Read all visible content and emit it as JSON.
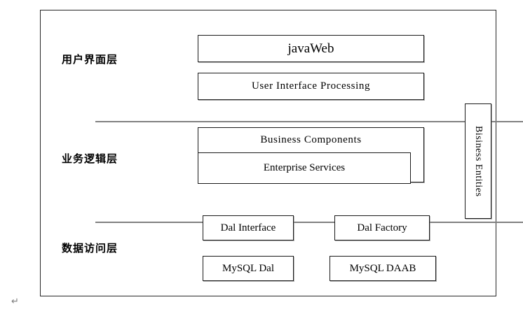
{
  "document": {
    "type": "three-tier-architecture-diagram",
    "paragraph_mark": "↵"
  },
  "tiers": [
    {
      "id": "presentation",
      "label": "用户界面层",
      "components": [
        {
          "id": "javaweb",
          "label": "javaWeb"
        },
        {
          "id": "user-interface-processing",
          "label": "User  Interface  Processing"
        }
      ]
    },
    {
      "id": "business-logic",
      "label": "业务逻辑层",
      "components": [
        {
          "id": "business-components",
          "label": "Business   Components"
        },
        {
          "id": "enterprise-services",
          "label": "Enterprise Services"
        }
      ]
    },
    {
      "id": "data-access",
      "label": "数据访问层",
      "components": [
        {
          "id": "dal-interface",
          "label": "Dal Interface"
        },
        {
          "id": "dal-factory",
          "label": "Dal Factory"
        },
        {
          "id": "mysql-dal",
          "label": "MySQL Dal"
        },
        {
          "id": "mysql-daab",
          "label": "MySQL DAAB"
        }
      ]
    }
  ],
  "cross_cutting": {
    "id": "business-entities",
    "label": "Bisiness Entities",
    "orientation": "vertical"
  },
  "colors": {
    "frame_border": "#262626",
    "box_border": "#1a1a1a",
    "divider": "#808080",
    "text": "#000000",
    "background": "#ffffff"
  }
}
